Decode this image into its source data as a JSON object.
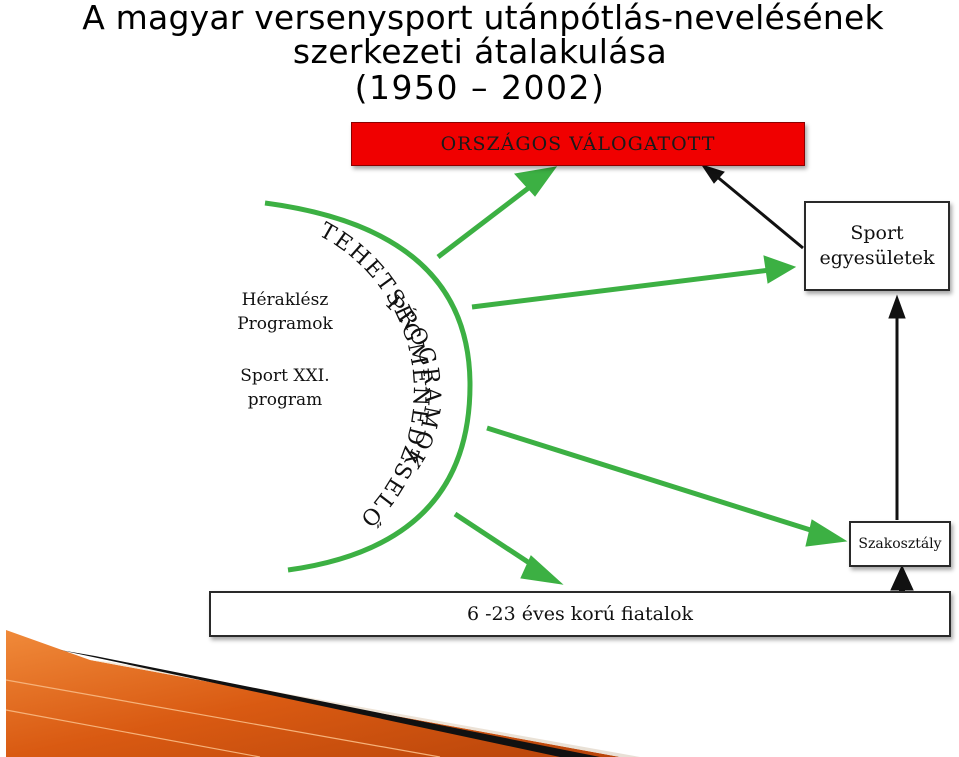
{
  "title": {
    "line1": "A magyar versenysport utánpótlás-nevelésének",
    "line2": "szerkezeti átalakulása",
    "line3": "(1950 – 2002)"
  },
  "boxes": {
    "national_team": "ORSZÁGOS VÁLOGATOTT",
    "sport_clubs": [
      "Sport",
      "egyesületek"
    ],
    "section": "Szakosztály",
    "youth": "6 -23 éves korú fiatalok"
  },
  "side_programs": {
    "herakles": [
      "Héraklész",
      "Programok"
    ],
    "sport21": [
      "Sport XXI.",
      "program"
    ]
  },
  "arc_labels": {
    "outer": "TEHETSÉGMENEDZSELŐ",
    "inner": "PROGRAMOK"
  },
  "colors": {
    "national_fill": "#f00000",
    "arrow_green": "#3cb043",
    "arc_green": "#3cb043",
    "arrow_black": "#111111",
    "decor_orange": "#e0661a"
  }
}
